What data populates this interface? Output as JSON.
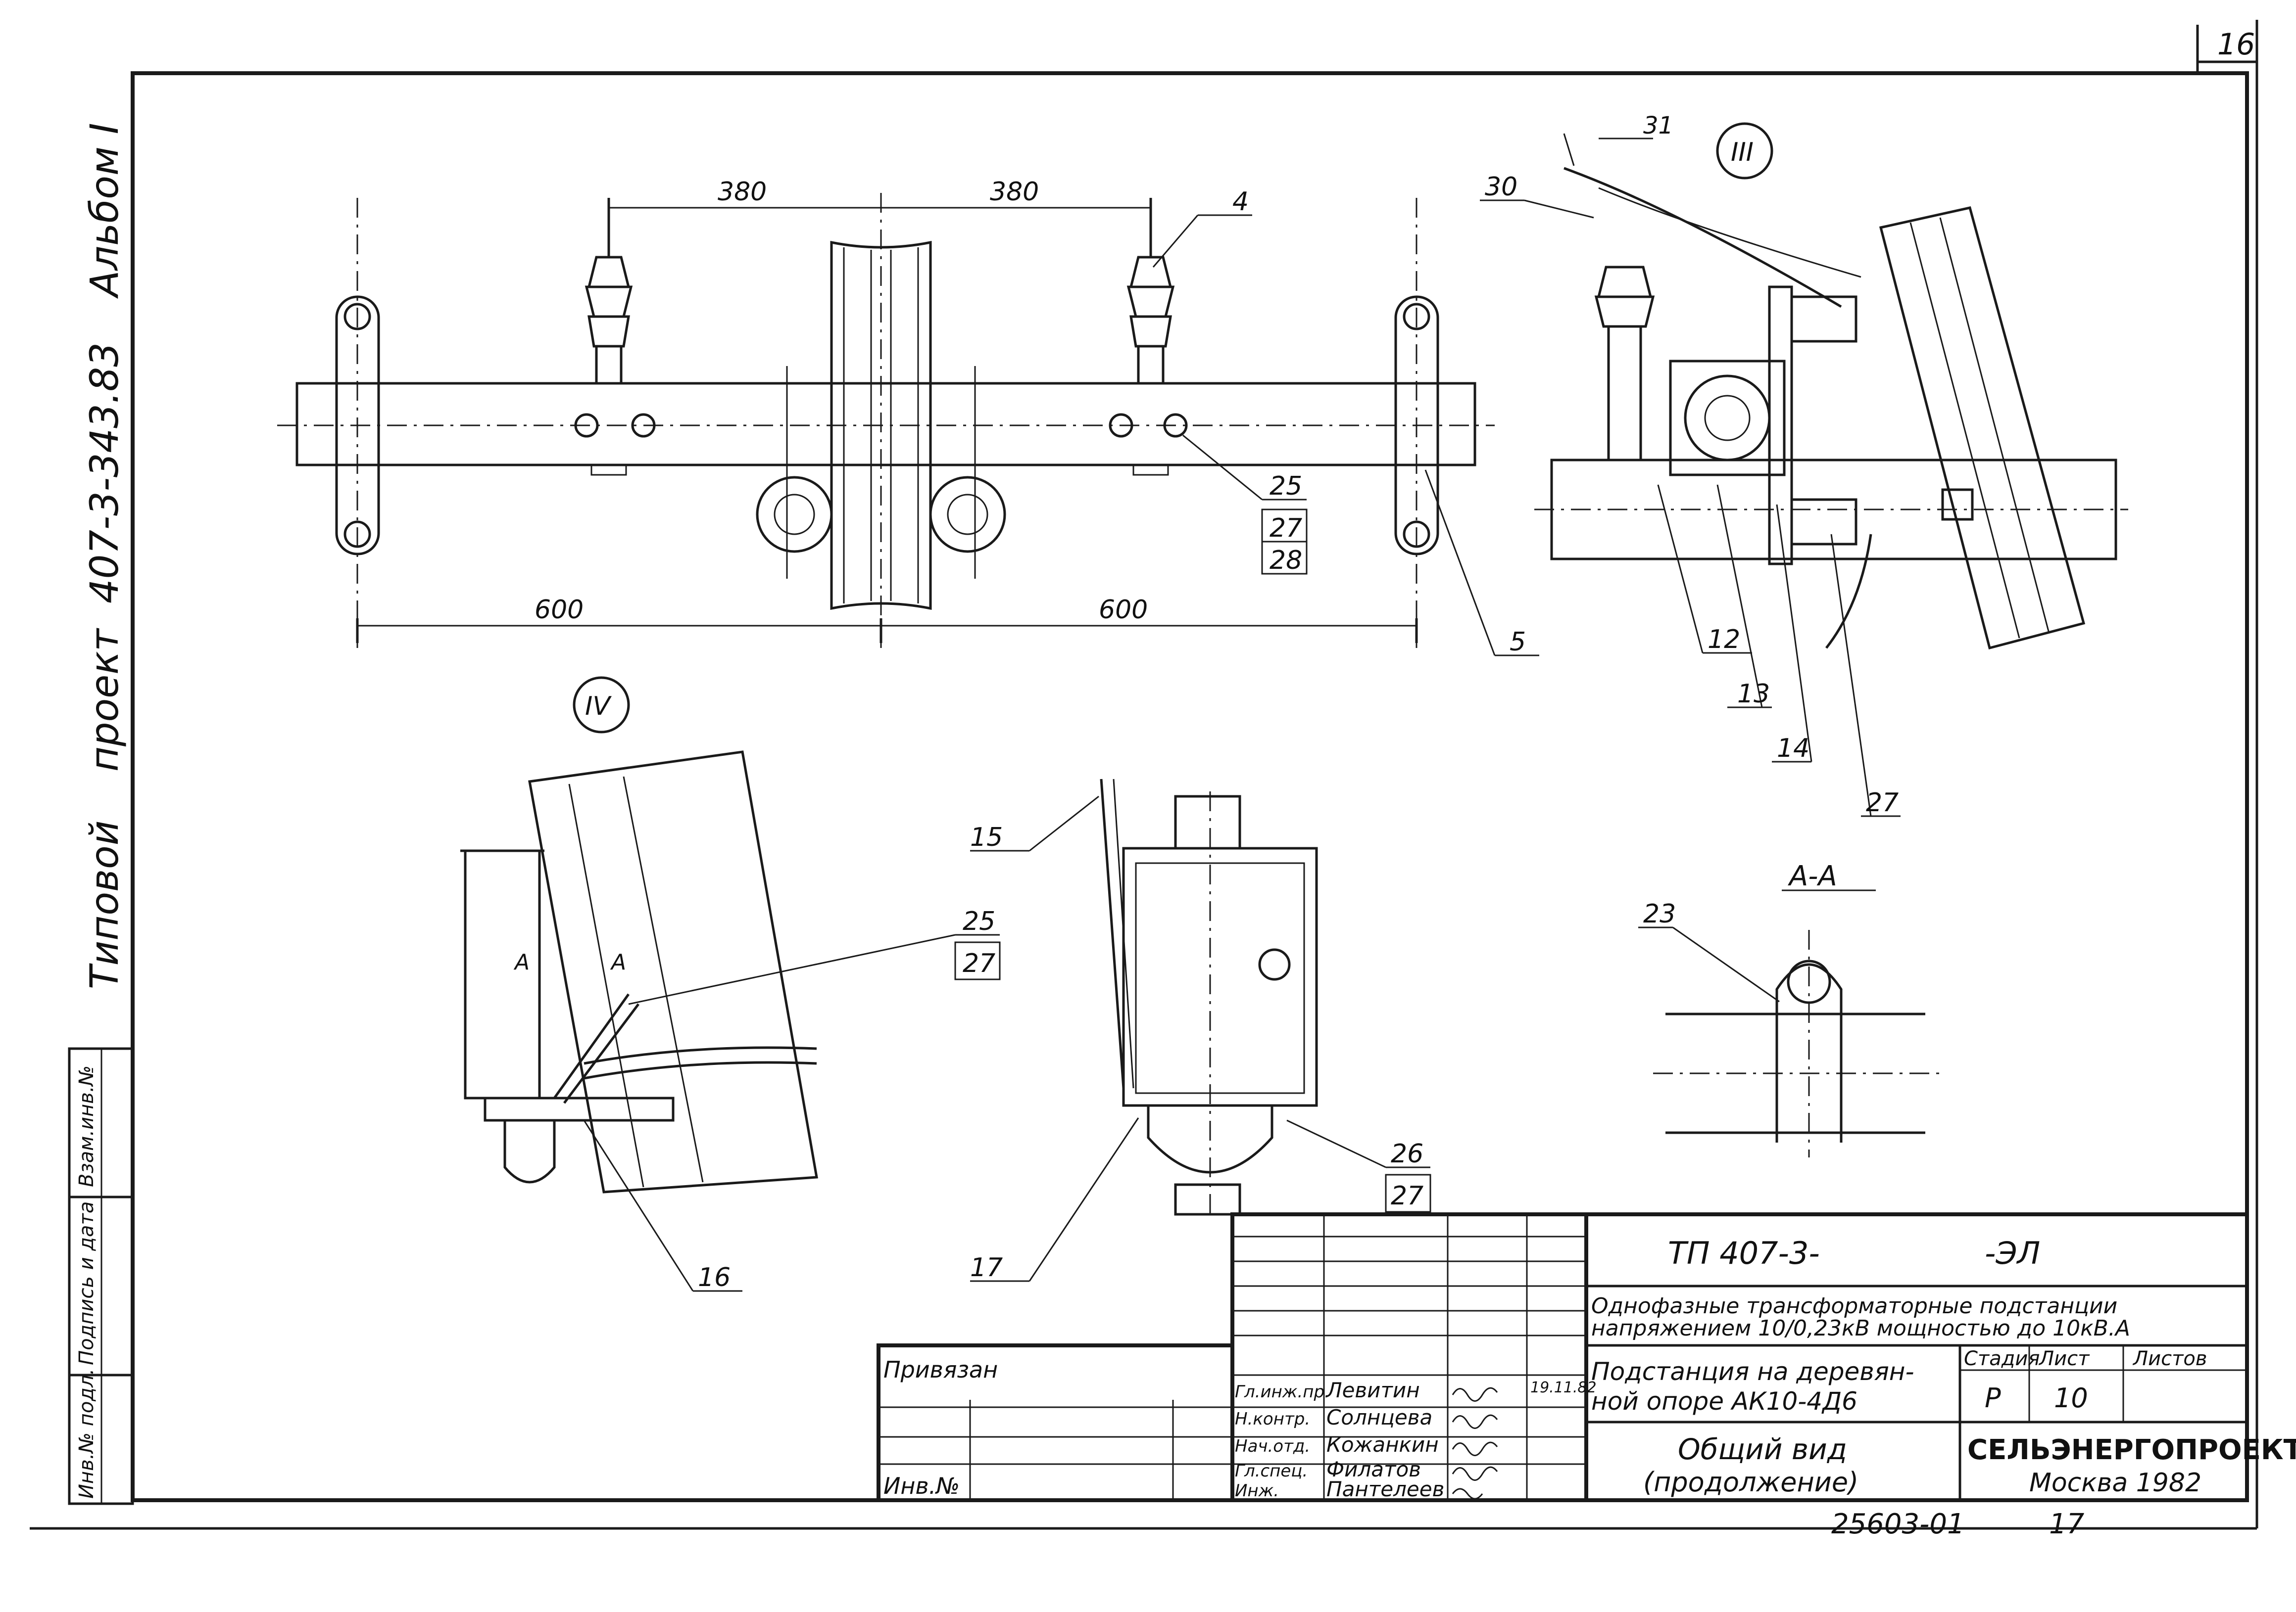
{
  "sheet_number": "16",
  "side_strip": {
    "text1": "Типовой",
    "text2": "проект",
    "text3": "407-3-343.83",
    "text4": "Альбом I"
  },
  "left_stamp": {
    "col1": "Инв.№ подл.",
    "col2": "Подпись и дата",
    "col3": "Взам.инв.№"
  },
  "views": {
    "view3_label": "III",
    "view4_label": "IV",
    "section_label": "А-А",
    "section_mark": "А"
  },
  "dimensions": {
    "top_left": "380",
    "top_right": "380",
    "bottom_left": "600",
    "bottom_right": "600"
  },
  "callouts": {
    "c4": "4",
    "c5": "5",
    "c25": "25",
    "c27": "27",
    "c28": "28",
    "c31": "31",
    "c30": "30",
    "c12": "12",
    "c13": "13",
    "c14": "14",
    "c27b": "27",
    "c15": "15",
    "c25b": "25",
    "c27c": "27",
    "c16": "16",
    "c17": "17",
    "c26": "26",
    "c27d": "27",
    "c23": "23"
  },
  "title_block": {
    "code": "ТП 407-3-",
    "code_suffix": "-ЭЛ",
    "title_line1": "Однофазные трансформаторные подстанции",
    "title_line2": "напряжением 10/0,23кВ мощностью до 10кВ.А",
    "object_line1": "Подстанция на деревян-",
    "object_line2": "ной опоре АК10-4Д6",
    "sheet_title_line1": "Общий вид",
    "sheet_title_line2": "(продолжение)",
    "stage_header": "Стадия",
    "sheet_header": "Лист",
    "sheets_header": "Листов",
    "stage_value": "Р",
    "sheet_value": "10",
    "organization": "СЕЛЬЭНЕРГОПРОЕКТ",
    "city_year": "Москва 1982",
    "privyazan": "Привязан",
    "inv_no": "Инв.№",
    "archive_no": "25603-01",
    "archive_sheet": "17",
    "date": "19.11.82",
    "staff": [
      {
        "role": "Гл.инж.пр.",
        "name": "Левитин"
      },
      {
        "role": "Н.контр.",
        "name": "Солнцева"
      },
      {
        "role": "Нач.отд.",
        "name": "Кожанкин"
      },
      {
        "role": "Гл.спец.",
        "name": "Филатов"
      },
      {
        "role": "Инж.",
        "name": "Пантелеев"
      }
    ]
  }
}
